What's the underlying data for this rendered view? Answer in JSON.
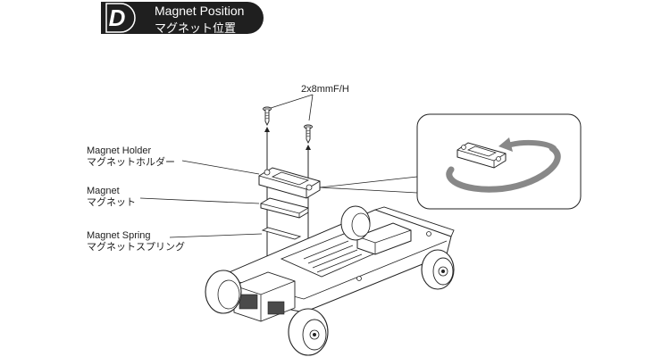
{
  "header": {
    "badge_letter": "D",
    "title_en": "Magnet Position",
    "title_ja": "マグネット位置"
  },
  "callouts": {
    "screw": "2x8mmF/H",
    "magnet_holder_en": "Magnet Holder",
    "magnet_holder_ja": "マグネットホルダー",
    "magnet_en": "Magnet",
    "magnet_ja": "マグネット",
    "magnet_spring_en": "Magnet Spring",
    "magnet_spring_ja": "マグネットスプリング"
  },
  "colors": {
    "header_bg": "#1f1f1f",
    "line": "#222222",
    "part_fill": "#ffffff",
    "dark_part": "#4a4a4a",
    "arrow_gray": "#888888"
  }
}
